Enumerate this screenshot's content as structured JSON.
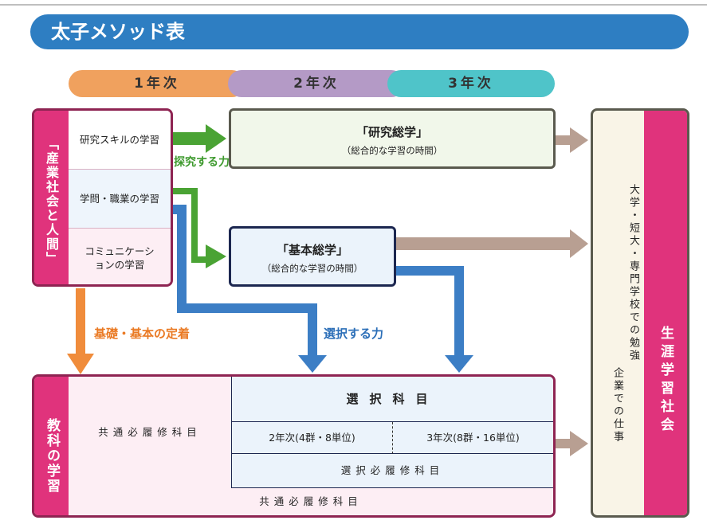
{
  "header": {
    "title": "太子メソッド表"
  },
  "years": {
    "y1": "1年次",
    "y2": "2年次",
    "y3": "3年次"
  },
  "left_panel": {
    "side_label": "「産業社会と人間」",
    "items": [
      "研究スキルの学習",
      "学問・職業の学習",
      "コミュニケーションの学習"
    ]
  },
  "research": {
    "title": "「研究総学」",
    "subtitle": "（総合的な学習の時間）"
  },
  "basic": {
    "title": "「基本総学」",
    "subtitle": "（総合的な学習の時間）"
  },
  "arrow_labels": {
    "explore": "探究する力",
    "foundation": "基礎・基本の定着",
    "choose": "選択する力"
  },
  "subjects": {
    "side_label": "教科の学習",
    "common_left": "共通必履修科目",
    "elective_title": "選択科目",
    "year2": "2年次(4群・8単位)",
    "year3": "3年次(8群・16単位)",
    "elective_required": "選択必履修科目",
    "common_bottom": "共通必履修科目"
  },
  "future": {
    "study": "大学・短大・専門学校での勉強",
    "work": "企業での仕事",
    "society": "生涯学習社会"
  },
  "colors": {
    "title_bg": "#2e7ec2",
    "year1": "#f0a15e",
    "year2": "#b49ac6",
    "year3": "#4fc4c9",
    "pink": "#e0337c",
    "green_arrow": "#4aa334",
    "blue_arrow": "#3c7ec5",
    "orange_arrow": "#f08c3b",
    "brown_arrow": "#b89f92"
  }
}
